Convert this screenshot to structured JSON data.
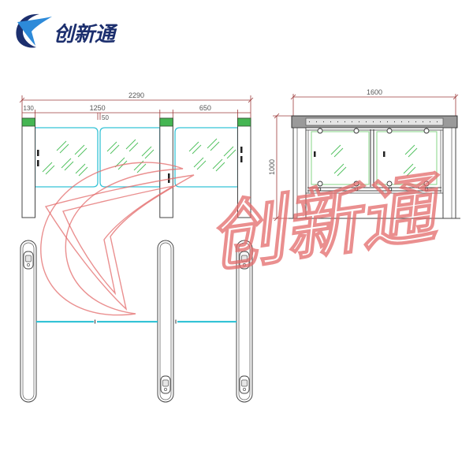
{
  "logo": {
    "text": "创新通",
    "icon": "company-logo-icon"
  },
  "watermark": {
    "text": "创新通",
    "icon": "watermark-logo-icon"
  },
  "front_elevation": {
    "overall_width": "2290",
    "post_width": "130",
    "main_passage_width": "1250",
    "leaf_gap": "50",
    "side_passage_width": "650"
  },
  "side_elevation": {
    "overall_width": "1600",
    "overall_height": "1000"
  },
  "colors": {
    "logo_navy": "#1c2f6e",
    "logo_blue": "#2d8ad9",
    "dimension_line": "#9c3b3b",
    "dimension_text": "#555555",
    "glass_edge": "#35c3d6",
    "glass_reflection": "#4cbf5a",
    "post_cap": "#45b653",
    "watermark": "#e36a6a"
  }
}
